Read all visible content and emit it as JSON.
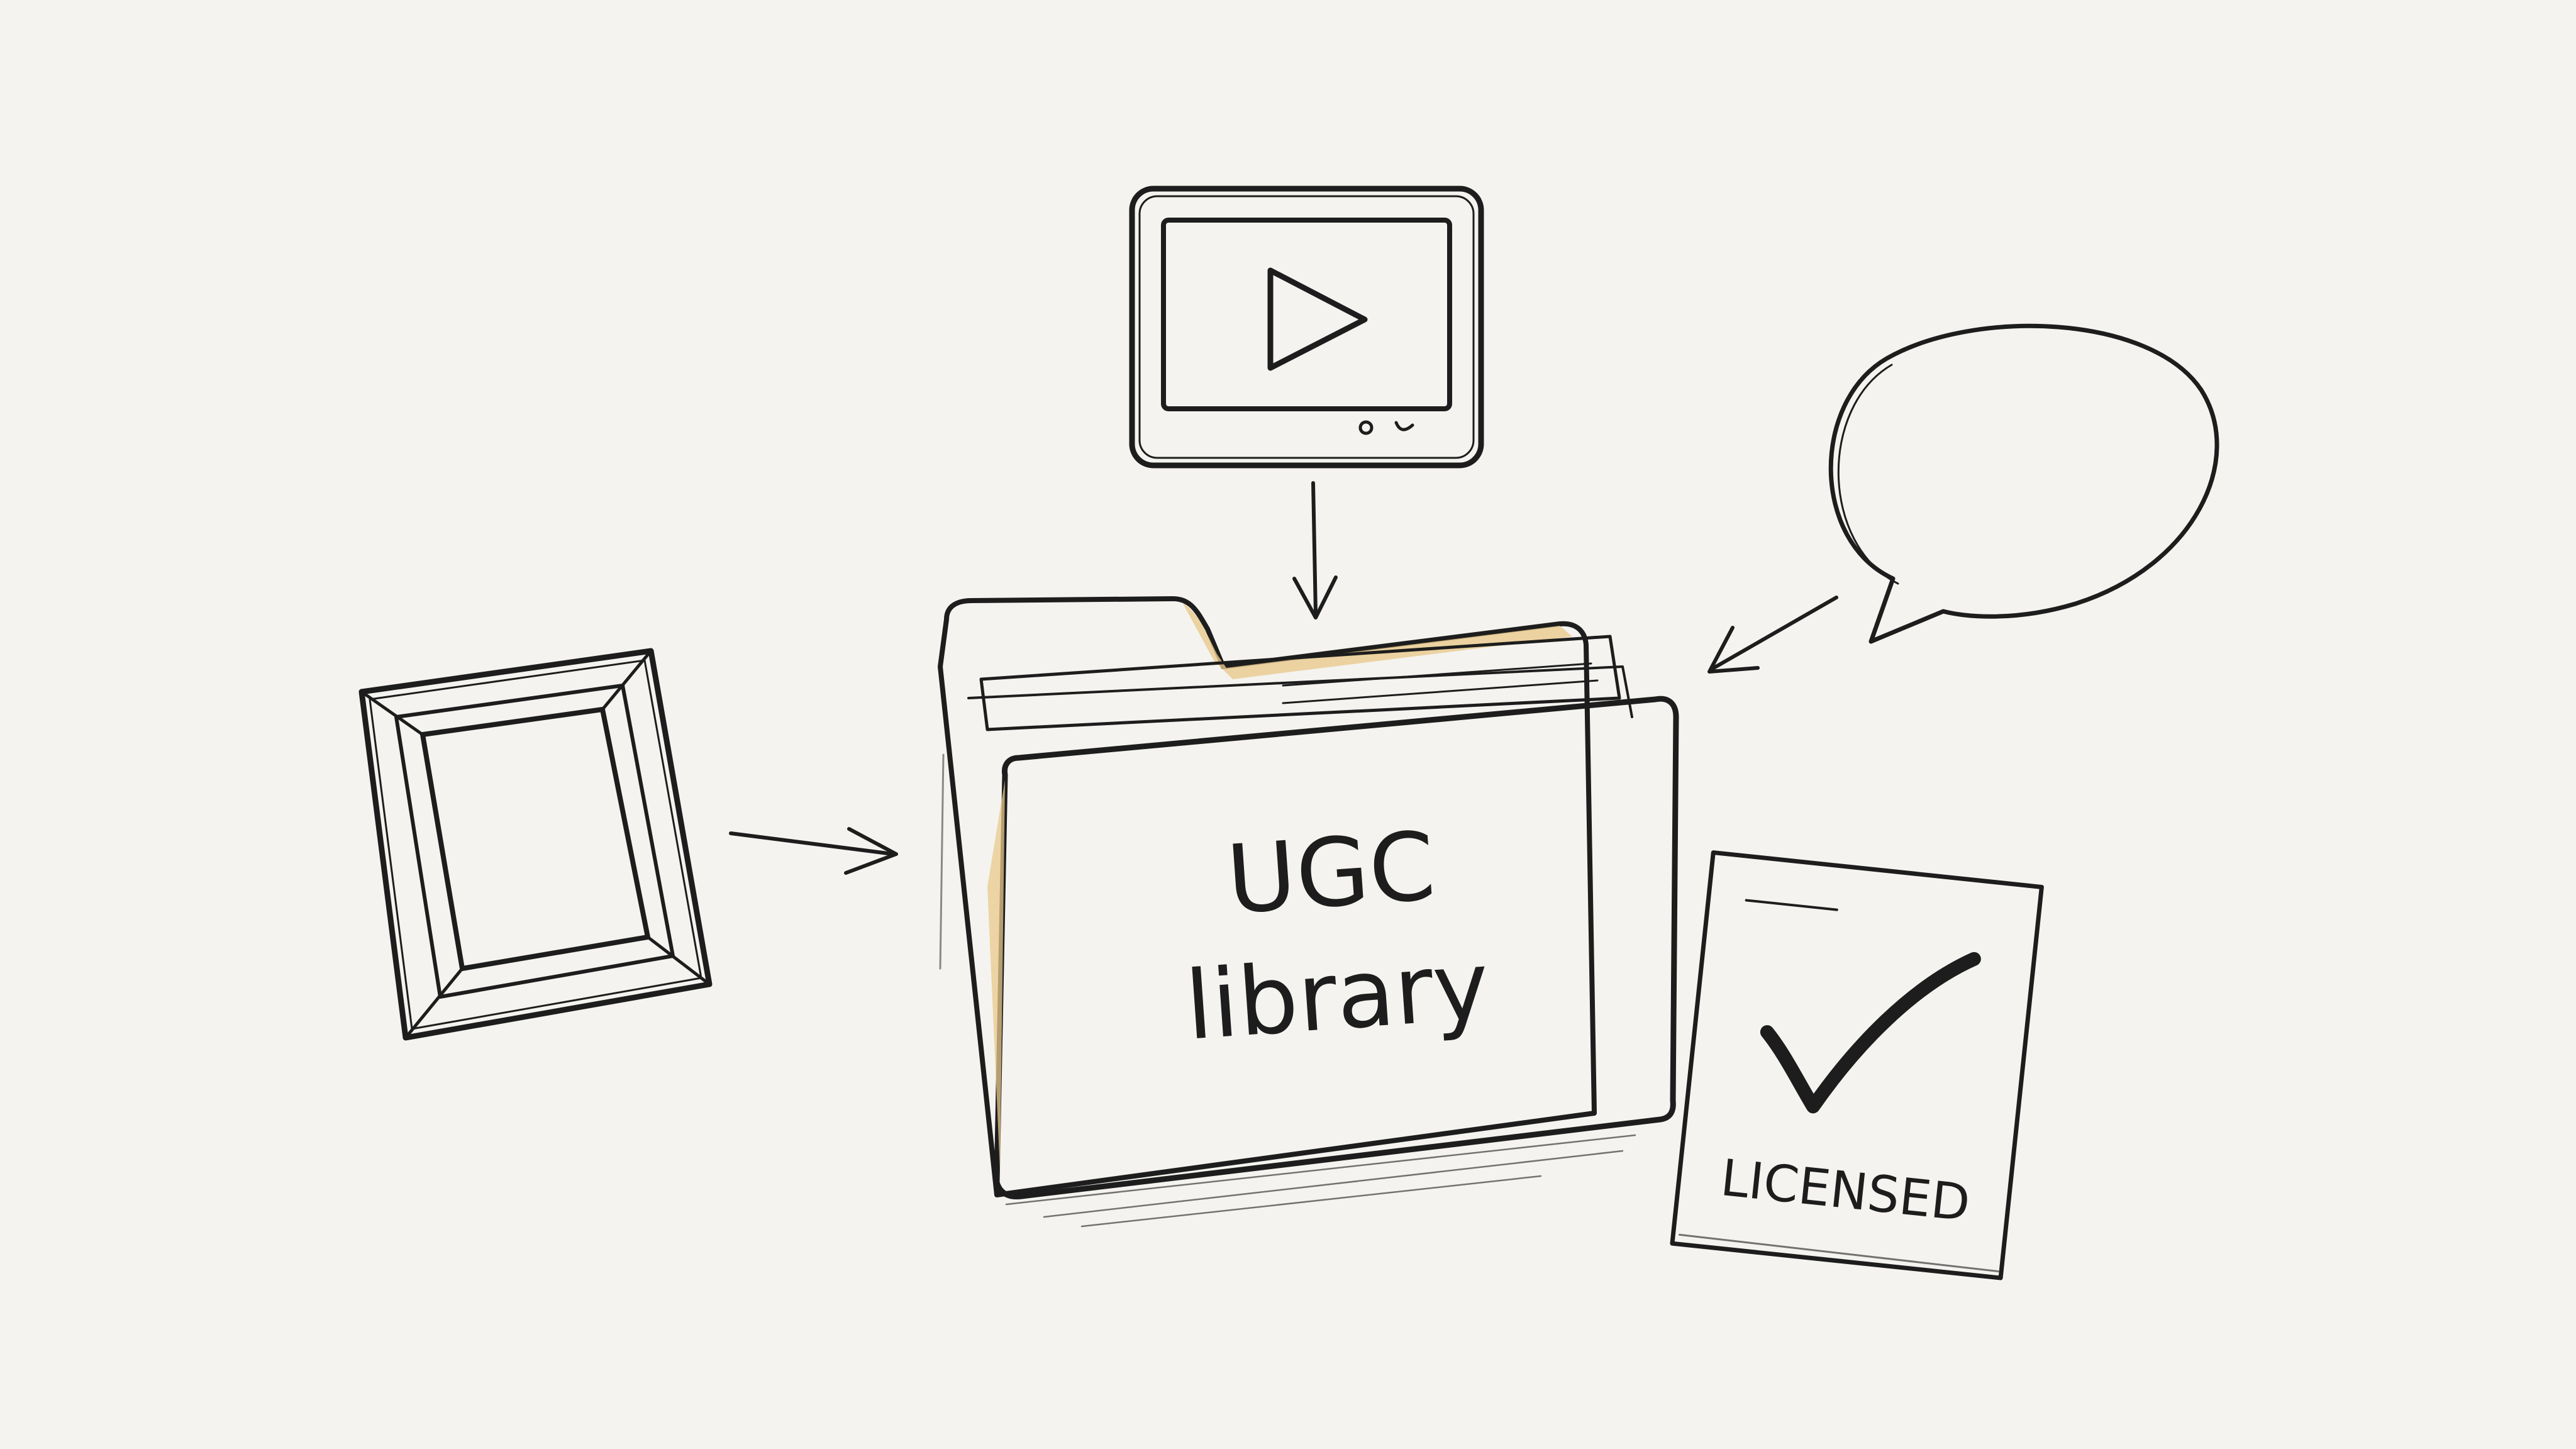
{
  "folder": {
    "line1": "UGC",
    "line2": "library"
  },
  "license_card": {
    "stamp": "LICENSED"
  },
  "icons": {
    "video": "play-video-icon",
    "image": "picture-frame-icon",
    "comment": "speech-bubble-icon",
    "check": "checkmark-icon"
  },
  "colors": {
    "background": "#f4f3ef",
    "ink": "#1d1d1d",
    "folder_fill": "#f7f1e6",
    "folder_back": "#efe4cf",
    "folder_tab_accent": "#e9c98c",
    "paper": "#faf9f5"
  }
}
